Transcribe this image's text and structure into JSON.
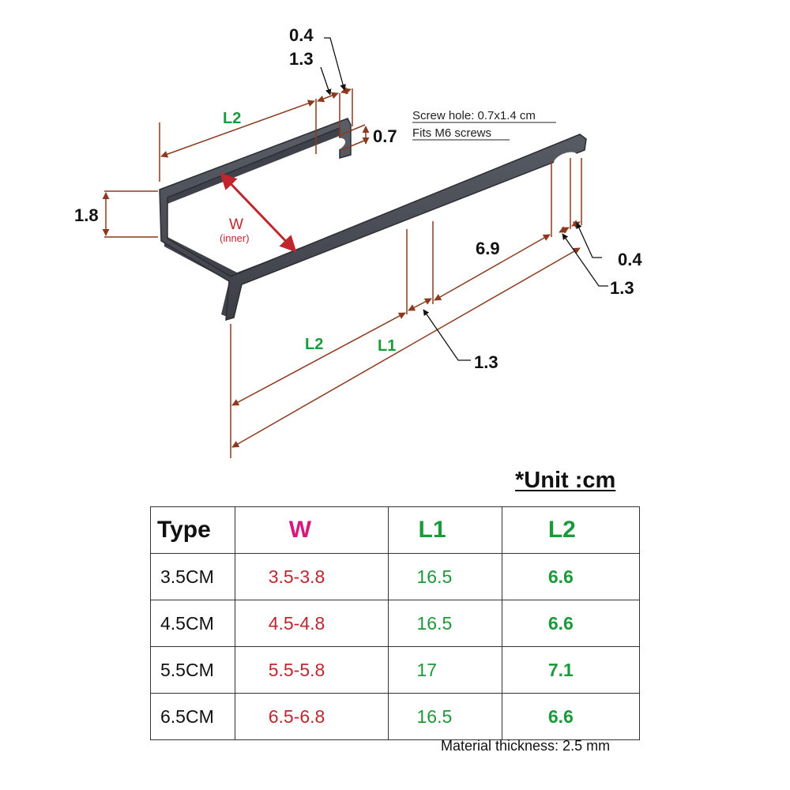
{
  "diagram": {
    "labels": {
      "l2_top": "L2",
      "dim_0_4_top": "0.4",
      "dim_1_3_top": "1.3",
      "dim_0_7": "0.7",
      "dim_1_8": "1.8",
      "w_label": "W",
      "w_sub": "(inner)",
      "dim_6_9": "6.9",
      "dim_0_4_right": "0.4",
      "dim_1_3_right": "1.3",
      "l2_bottom": "L2",
      "l1_bottom": "L1",
      "dim_1_3_bottom": "1.3"
    },
    "notes": {
      "screw_hole": "Screw hole: 0.7x1.4  cm",
      "fits": "Fits M6 screws"
    },
    "colors": {
      "dimension_line": "#8b3a1e",
      "w_arrow": "#c0262e",
      "green_label": "#1a9a3a",
      "bracket": "#4a4d55"
    }
  },
  "unit_note": "*Unit :cm",
  "table": {
    "headers": {
      "type": "Type",
      "w": "W",
      "l1": "L1",
      "l2": "L2"
    },
    "rows": [
      {
        "type": "3.5CM",
        "w": "3.5-3.8",
        "l1": "16.5",
        "l2": "6.6"
      },
      {
        "type": "4.5CM",
        "w": "4.5-4.8",
        "l1": "16.5",
        "l2": "6.6"
      },
      {
        "type": "5.5CM",
        "w": "5.5-5.8",
        "l1": "17",
        "l2": "7.1"
      },
      {
        "type": "6.5CM",
        "w": "6.5-6.8",
        "l1": "16.5",
        "l2": "6.6"
      }
    ]
  },
  "footnote": "Material thickness: 2.5 mm"
}
